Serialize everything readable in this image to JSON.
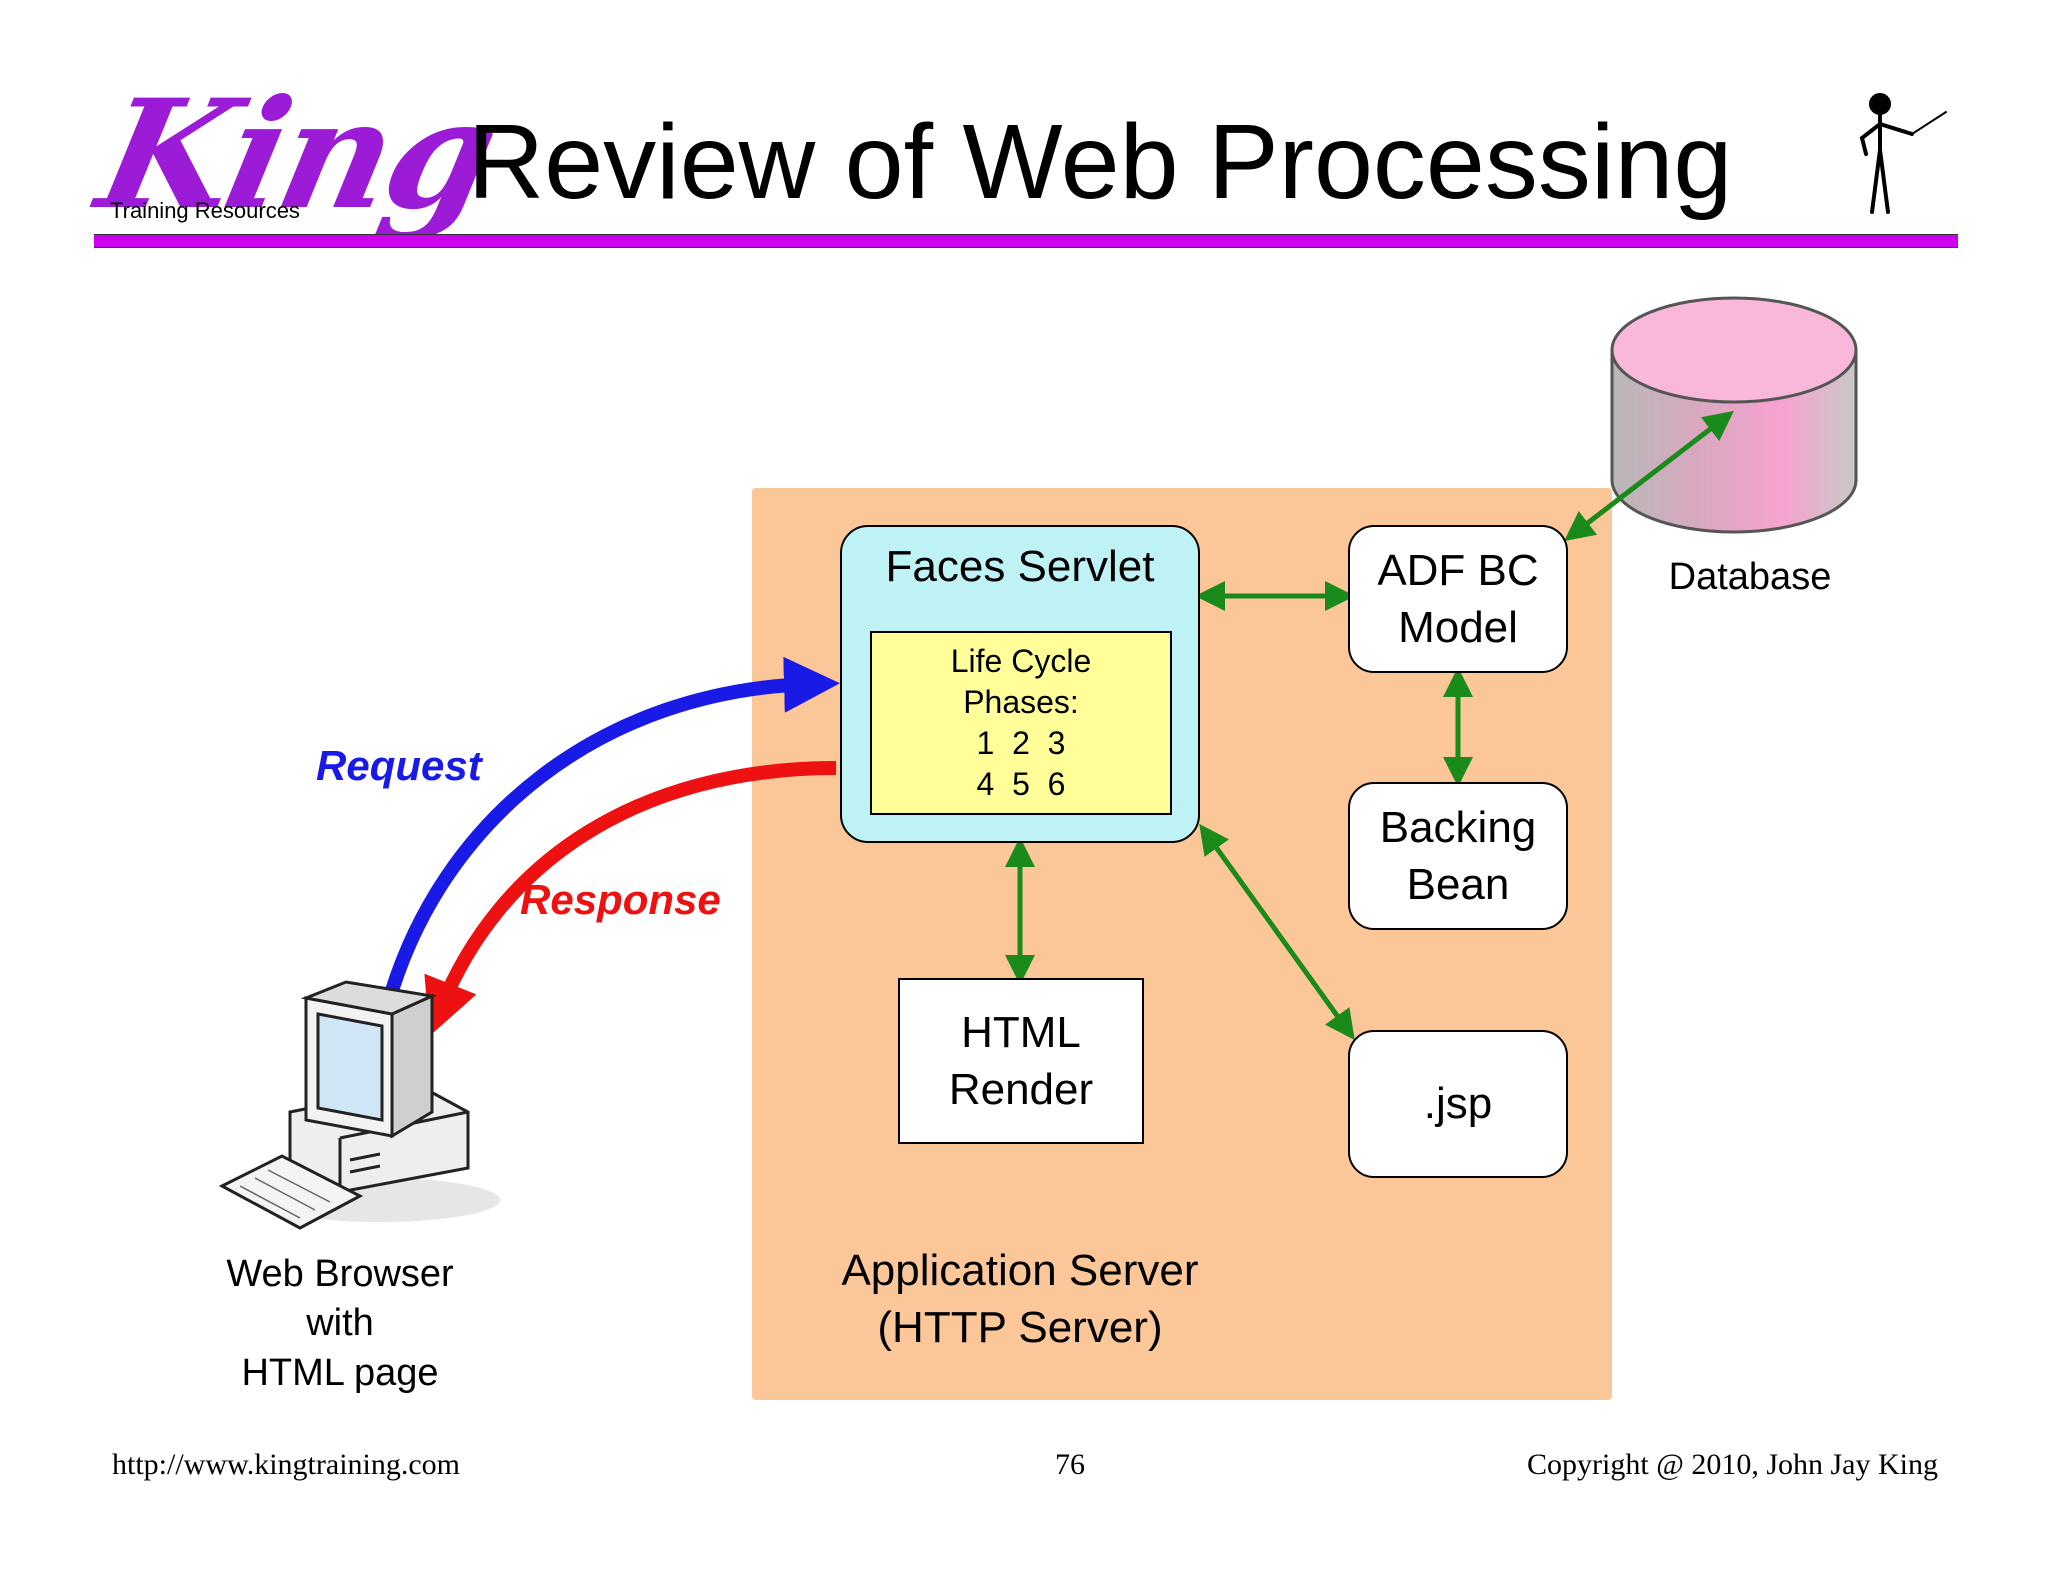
{
  "header": {
    "title": "Review of Web Processing",
    "logo_word": "King",
    "logo_subtitle": "Training Resources",
    "rule_color": "#cc00ee"
  },
  "diagram": {
    "app_server": {
      "line1": "Application Server",
      "line2": "(HTTP Server)",
      "fill": "#fbc698"
    },
    "faces_servlet": {
      "label": "Faces Servlet",
      "lifecycle": {
        "line1": "Life Cycle",
        "line2": "Phases:",
        "line3": "1  2  3",
        "line4": "4  5  6"
      }
    },
    "adf_model": {
      "line1": "ADF BC",
      "line2": "Model"
    },
    "backing_bean": {
      "line1": "Backing",
      "line2": "Bean"
    },
    "jsp": {
      "label": ".jsp"
    },
    "html_render": {
      "line1": "HTML",
      "line2": "Render"
    },
    "database": {
      "label": "Database"
    },
    "web_browser": {
      "line1": "Web Browser",
      "line2": "with",
      "line3": "HTML page"
    },
    "request": {
      "label": "Request",
      "color": "#1a1ae6"
    },
    "response": {
      "label": "Response",
      "color": "#ee1111"
    },
    "connector_color": "#1a8a1a"
  },
  "footer": {
    "url": "http://www.kingtraining.com",
    "page_number": "76",
    "copyright": "Copyright @ 2010, John Jay King"
  }
}
